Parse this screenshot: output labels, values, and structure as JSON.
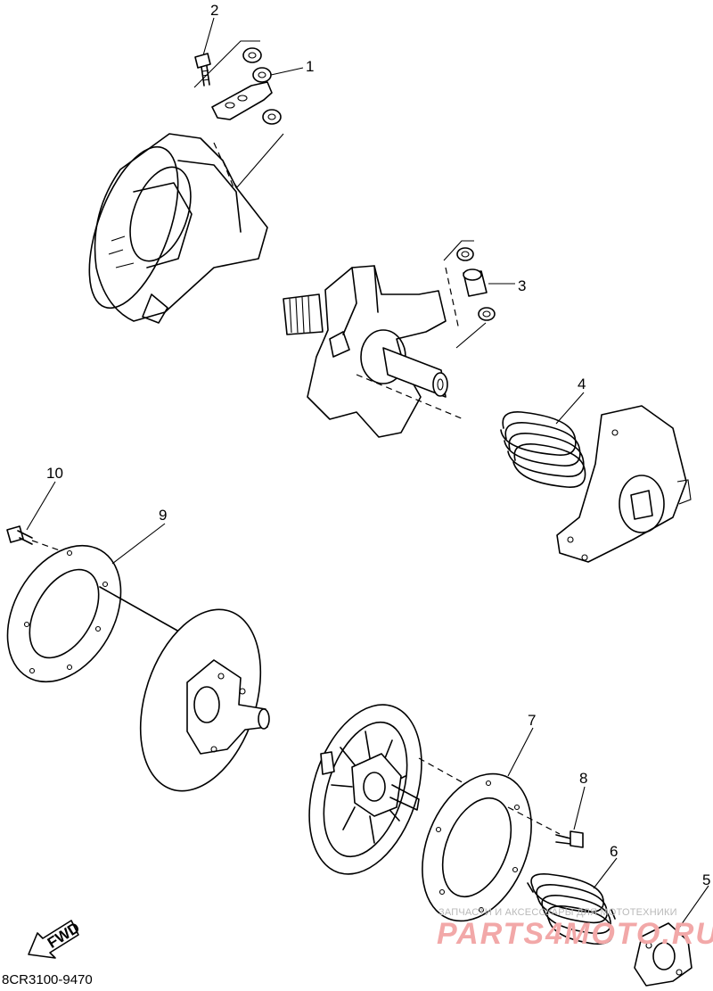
{
  "diagram": {
    "callouts": [
      "1",
      "2",
      "3",
      "4",
      "5",
      "6",
      "7",
      "8",
      "9",
      "10"
    ],
    "direction_label": "FWD",
    "part_code": "8CR3100-9470"
  },
  "watermark": {
    "tagline": "ЗАПЧАСТИ И АКСЕССУАРЫ ДЛЯ МОТОТЕХНИКИ",
    "brand": "PARTS4MOTO.RU"
  }
}
